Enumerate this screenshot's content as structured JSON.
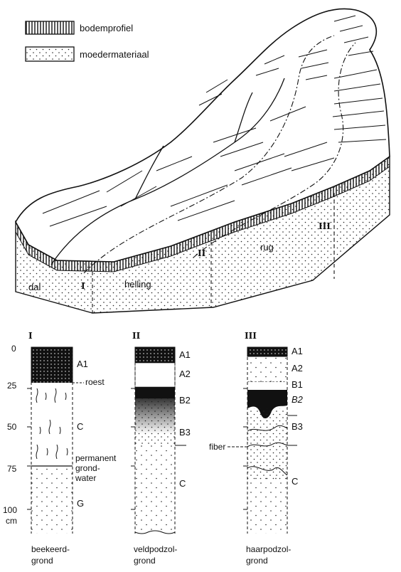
{
  "legend": {
    "profile_label": "bodemprofiel",
    "parent_label": "moedermateriaal"
  },
  "landscape": {
    "dal": "dal",
    "helling": "helling",
    "rug": "rug",
    "marker_1": "I",
    "marker_2": "II",
    "marker_3": "III"
  },
  "depth_scale": {
    "ticks": [
      "0",
      "25",
      "50",
      "75",
      "100"
    ],
    "unit": "cm"
  },
  "profiles": [
    {
      "numeral": "I",
      "name_line1": "beekeerd-",
      "name_line2": "grond",
      "horizons": [
        "A1",
        "C",
        "G"
      ],
      "notes": [
        "roest",
        "permanent",
        "grond-",
        "water"
      ]
    },
    {
      "numeral": "II",
      "name_line1": "veldpodzol-",
      "name_line2": "grond",
      "horizons": [
        "A1",
        "A2",
        "B2",
        "B3",
        "C"
      ]
    },
    {
      "numeral": "III",
      "name_line1": "haarpodzol-",
      "name_line2": "grond",
      "horizons": [
        "A1",
        "A2",
        "B1",
        "B2",
        "B3",
        "C"
      ],
      "notes": [
        "fiber"
      ]
    }
  ]
}
